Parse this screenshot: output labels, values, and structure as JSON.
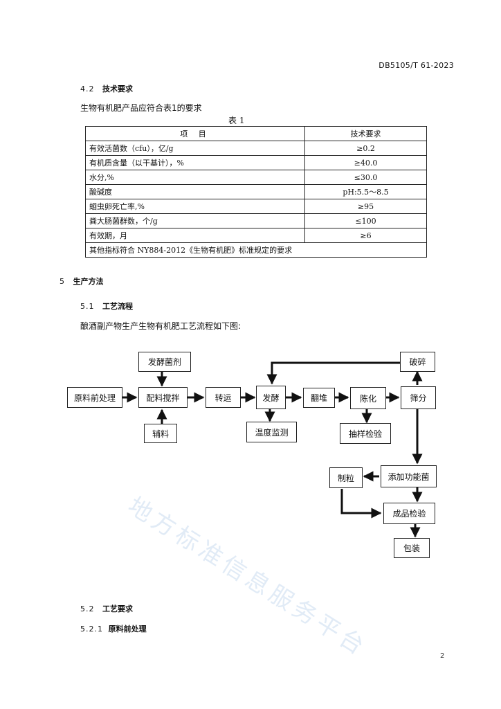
{
  "header": {
    "doc_code": "DB5105/T 61-2023"
  },
  "section_4_2": {
    "number": "4.2",
    "title": "技术要求",
    "text": "生物有机肥产品应符合表1的要求"
  },
  "table": {
    "caption": "表  1",
    "headers": [
      "项   目",
      "技术要求"
    ],
    "rows": [
      [
        "有效活菌数（cfu），亿/g",
        "≥0.2"
      ],
      [
        "有机质含量（以干基计），%",
        "≥40.0"
      ],
      [
        "水分,%",
        "≤30.0"
      ],
      [
        "酸碱度",
        "pH:5.5～8.5"
      ],
      [
        "蛔虫卵死亡率,%",
        "≥95"
      ],
      [
        "粪大肠菌群数，个/g",
        "≤100"
      ],
      [
        "有效期，月",
        "≥6"
      ]
    ],
    "footer": "其他指标符合 NY884-2012《生物有机肥》标准规定的要求"
  },
  "section_5": {
    "number": "5",
    "title": "生产方法"
  },
  "section_5_1": {
    "number": "5.1",
    "title": "工艺流程",
    "text": "酿酒副产物生产生物有机肥工艺流程如下图:"
  },
  "flow": {
    "raw_pretreat": "原料前处理",
    "mix": "配料搅拌",
    "ferment_agent": "发酵菌剂",
    "auxiliary": "辅料",
    "transfer": "转运",
    "ferment": "发酵",
    "temp_monitor": "温度监测",
    "turn_pile": "翻堆",
    "aging": "陈化",
    "sampling": "抽样检验",
    "screen": "筛分",
    "crush": "破碎",
    "add_bacteria": "添加功能菌",
    "granulate": "制粒",
    "final_check": "成品检验",
    "packaging": "包装"
  },
  "watermark": "地方标准信息服务平台",
  "section_5_2": {
    "number": "5.2",
    "title": "工艺要求"
  },
  "section_5_2_1": {
    "number": "5.2.1",
    "title": "原料前处理"
  },
  "page_number": "2"
}
